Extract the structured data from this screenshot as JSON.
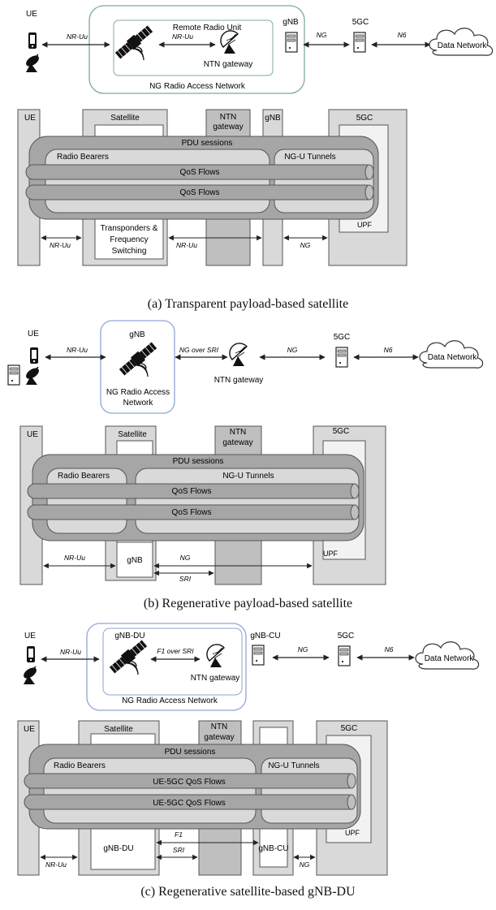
{
  "colors": {
    "stroke": "#555555",
    "gray_light": "#d9d9d9",
    "gray_mid": "#bfbfbf",
    "gray_dark": "#a6a6a6",
    "ran_border": "#7fa7a5",
    "ran_border_b": "#8ea6d6",
    "white": "#ffffff"
  },
  "captions": {
    "a": "(a)  Transparent payload-based satellite",
    "b": "(b)  Regenerative payload-based satellite",
    "c": "(c)  Regenerative satellite-based gNB-DU"
  },
  "a": {
    "ue": "UE",
    "nr_uu": "NR-Uu",
    "remote_radio_unit": "Remote Radio Unit",
    "nr_uu_2": "NR-Uu",
    "ntn_gateway": "NTN gateway",
    "gnb": "gNB",
    "ng": "NG",
    "fivegc": "5GC",
    "n6": "N6",
    "data_network": "Data Network",
    "ran": "NG Radio Access Network",
    "stack": {
      "ue": "UE",
      "satellite": "Satellite",
      "ntn_gateway_1": "NTN",
      "ntn_gateway_2": "gateway",
      "gnb": "gNB",
      "fivegc": "5GC",
      "pdu_sessions": "PDU sessions",
      "radio_bearers": "Radio Bearers",
      "ngu_tunnels": "NG-U Tunnels",
      "qos_flows_1": "QoS Flows",
      "qos_flows_2": "QoS Flows",
      "upf": "UPF",
      "transponders_1": "Transponders &",
      "transponders_2": "Frequency",
      "transponders_3": "Switching",
      "nr_uu": "NR-Uu",
      "nr_uu_2": "NR-Uu",
      "ng": "NG"
    }
  },
  "b": {
    "ue": "UE",
    "nr_uu": "NR-Uu",
    "gnb": "gNB",
    "ran_1": "NG Radio Access",
    "ran_2": "Network",
    "ng_over_sri": "NG over SRI",
    "ntn_gateway": "NTN gateway",
    "ng": "NG",
    "fivegc": "5GC",
    "n6": "N6",
    "data_network": "Data Network",
    "stack": {
      "ue": "UE",
      "satellite": "Satellite",
      "ntn_gateway_1": "NTN",
      "ntn_gateway_2": "gateway",
      "fivegc": "5GC",
      "pdu_sessions": "PDU sessions",
      "radio_bearers": "Radio Bearers",
      "ngu_tunnels": "NG-U Tunnels",
      "qos_flows_1": "QoS Flows",
      "qos_flows_2": "QoS Flows",
      "upf": "UPF",
      "gnb": "gNB",
      "nr_uu": "NR-Uu",
      "ng": "NG",
      "sri": "SRI"
    }
  },
  "c": {
    "ue": "UE",
    "nr_uu": "NR-Uu",
    "gnb_du": "gNB-DU",
    "f1_over_sri": "F1 over SRI",
    "ntn_gateway": "NTN gateway",
    "gnb_cu": "gNB-CU",
    "ng": "NG",
    "fivegc": "5GC",
    "n6": "N6",
    "data_network": "Data Network",
    "ran": "NG Radio Access Network",
    "stack": {
      "ue": "UE",
      "satellite": "Satellite",
      "ntn_gateway_1": "NTN",
      "ntn_gateway_2": "gateway",
      "fivegc": "5GC",
      "pdu_sessions": "PDU sessions",
      "radio_bearers": "Radio Bearers",
      "ngu_tunnels": "NG-U Tunnels",
      "qos_flows_1": "UE-5GC QoS Flows",
      "qos_flows_2": "UE-5GC QoS Flows",
      "upf": "UPF",
      "gnb_du": "gNB-DU",
      "gnb_cu": "gNB-CU",
      "f1": "F1",
      "sri": "SRI",
      "nr_uu": "NR-Uu",
      "ng": "NG"
    }
  }
}
